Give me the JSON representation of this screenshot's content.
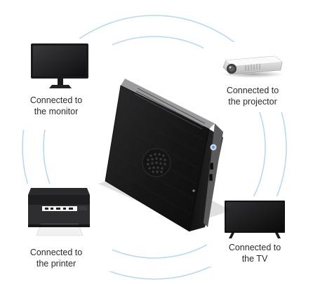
{
  "captions": {
    "monitor": {
      "line1": "Connected to",
      "line2": "the monitor"
    },
    "projector": {
      "line1": "Connected to",
      "line2": "the projector"
    },
    "printer": {
      "line1": "Connected to",
      "line2": "the printer"
    },
    "tv": {
      "line1": "Connected to",
      "line2": "the TV"
    }
  },
  "colors": {
    "wave": "#b9d9ec",
    "device_body": "#1c1c1e",
    "device_edge": "#6e6e70",
    "led": "#4da3ff"
  },
  "icons": [
    "monitor-icon",
    "projector-icon",
    "printer-icon",
    "tv-icon",
    "mini-pc"
  ]
}
